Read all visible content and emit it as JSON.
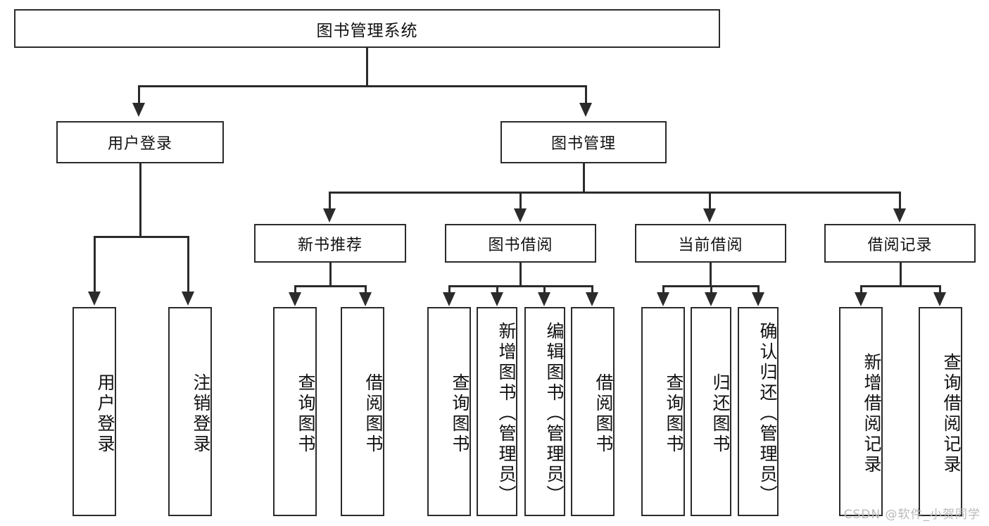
{
  "diagram": {
    "title": "图书管理系统",
    "type": "hierarchy-tree",
    "root": {
      "label": "图书管理系统"
    },
    "level1": [
      {
        "label": "用户登录"
      },
      {
        "label": "图书管理"
      }
    ],
    "level2": [
      {
        "label": "新书推荐",
        "parent": "图书管理"
      },
      {
        "label": "图书借阅",
        "parent": "图书管理"
      },
      {
        "label": "当前借阅",
        "parent": "图书管理"
      },
      {
        "label": "借阅记录",
        "parent": "图书管理"
      }
    ],
    "leaves": {
      "user_login": [
        {
          "label": "用户登录"
        },
        {
          "label": "注销登录"
        }
      ],
      "new_book_recommend": [
        {
          "label": "查询图书"
        },
        {
          "label": "借阅图书"
        }
      ],
      "book_borrow": [
        {
          "label": "查询图书"
        },
        {
          "label": "新增图书（管理员）"
        },
        {
          "label": "编辑图书（管理员）"
        },
        {
          "label": "借阅图书"
        }
      ],
      "current_borrow": [
        {
          "label": "查询图书"
        },
        {
          "label": "归还图书"
        },
        {
          "label": "确认归还（管理员）"
        }
      ],
      "borrow_record": [
        {
          "label": "新增借阅记录"
        },
        {
          "label": "查询借阅记录"
        }
      ]
    }
  },
  "watermark": {
    "text": "CSDN @软件_小贺同学"
  },
  "colors": {
    "stroke": "#2b2b2b",
    "background": "#ffffff",
    "text": "#111111",
    "watermark": "#b9b9b9"
  }
}
